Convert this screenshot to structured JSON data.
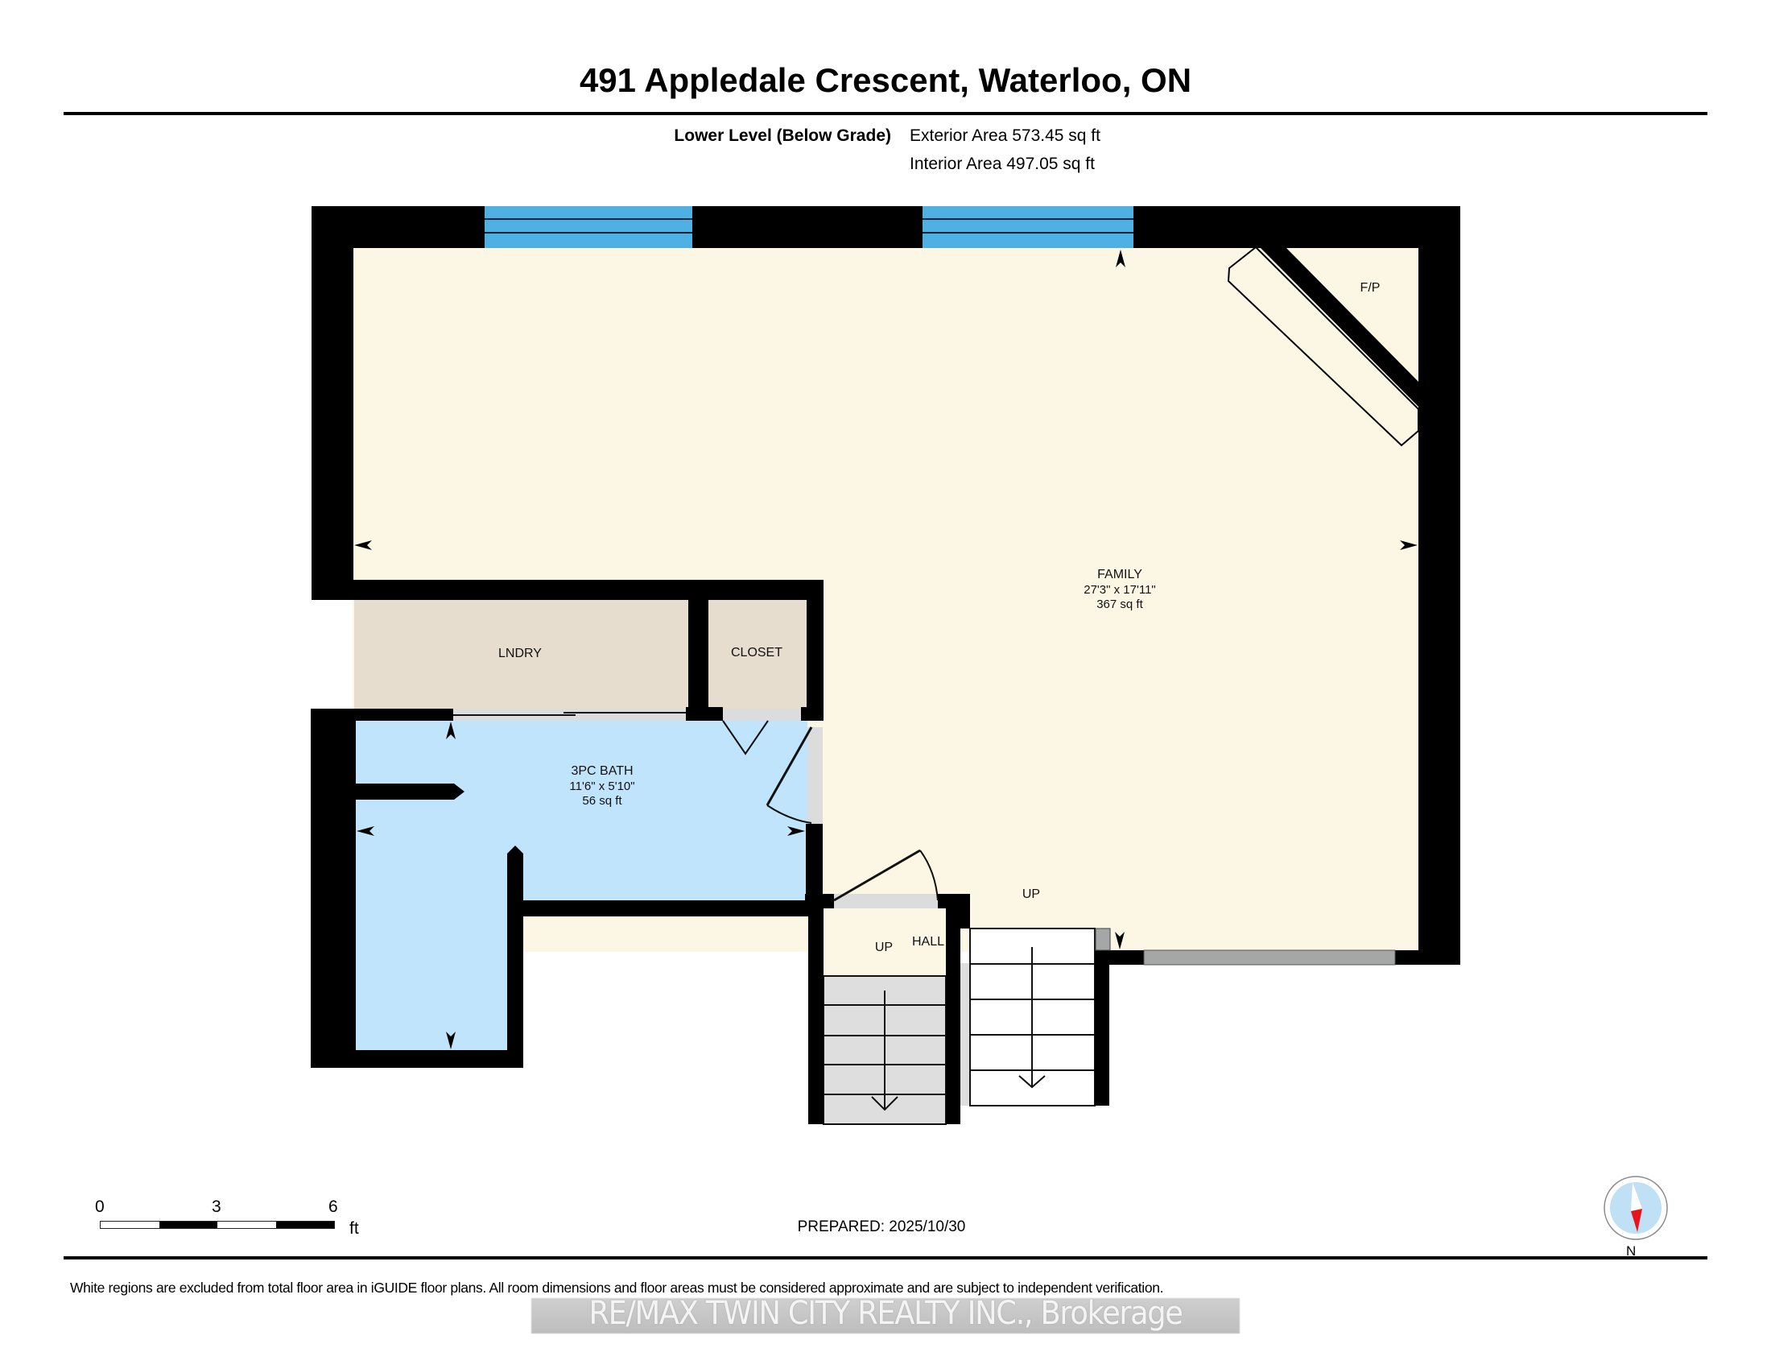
{
  "header": {
    "title": "491 Appledale Crescent, Waterloo, ON",
    "level": "Lower Level (Below Grade)",
    "exterior_area": "Exterior Area 573.45 sq ft",
    "interior_area": "Interior Area 497.05 sq ft"
  },
  "rooms": {
    "family": {
      "name": "FAMILY",
      "dimensions": "27'3\" x 17'11\"",
      "area": "367 sq ft"
    },
    "bath": {
      "name": "3PC BATH",
      "dimensions": "11'6\" x 5'10\"",
      "area": "56 sq ft"
    },
    "laundry": {
      "name": "LNDRY"
    },
    "closet": {
      "name": "CLOSET"
    },
    "hall": {
      "name": "HALL"
    },
    "fireplace": {
      "name": "F/P"
    },
    "stair_up_hall": {
      "name": "UP"
    },
    "stair_up_family": {
      "name": "UP"
    }
  },
  "colors": {
    "wall": "#000000",
    "family_fill": "#fcf7e4",
    "bath_fill": "#c0e4fb",
    "utility_fill": "#e6ddce",
    "window_fill": "#4fb0e3",
    "door_gap": "#dcdcdc",
    "stair_gray": "#dedede",
    "exterior_window": "#a5a7a6",
    "compass_ring": "#bfe0f5",
    "compass_needle": "#e8141b"
  },
  "scale": {
    "ticks": [
      "0",
      "3",
      "6"
    ],
    "unit": "ft"
  },
  "footer": {
    "prepared": "PREPARED: 2025/10/30",
    "compass_label": "N",
    "disclaimer": "White regions are excluded from total floor area in iGUIDE floor plans. All room dimensions and floor areas must be considered approximate and are subject to independent verification.",
    "watermark": "RE/MAX TWIN CITY REALTY INC., Brokerage"
  }
}
